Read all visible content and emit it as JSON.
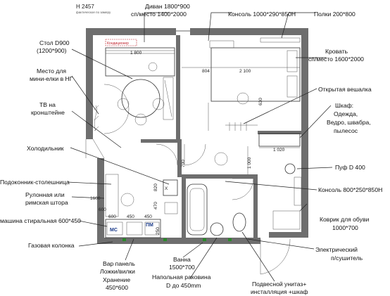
{
  "header": {
    "code": "Н 2457",
    "subtitle": "фактическое по замеру"
  },
  "tags": {
    "ac": "Кондиционер",
    "mc": "МС",
    "pm": "ПМ"
  },
  "dims": {
    "d1800": "1 800",
    "d804": "804",
    "d2100": "2 100",
    "d630": "630",
    "d1020": "1 020",
    "d1000": "1 000",
    "d700": "700",
    "d820": "820",
    "d1600": "1600",
    "d600": "600",
    "d450a": "450",
    "d450b": "450",
    "d470": "470",
    "d250": "250",
    "x": "X"
  },
  "labels": {
    "sofa_l1": "Диван 1800*900",
    "sofa_l2": "сп/место 1400*2000",
    "console_top": "Консоль 1000*290*850Н",
    "shelves": "Полки 200*800",
    "table_l1": "Стол D900",
    "table_l2": "(1200*900)",
    "tree_l1": "Место для",
    "tree_l2": "мини-елки в НГ",
    "bed_l1": "Кровать",
    "bed_l2": "сп/место 1600*2000",
    "tv_l1": "ТВ на",
    "tv_l2": "кронштейне",
    "hanger": "Открытая вешалка",
    "wardrobe_l1": "Шкаф:",
    "wardrobe_l2": "Одежда,",
    "wardrobe_l3": "Ведро, швабра,",
    "wardrobe_l4": "пылесос",
    "fridge": "Холодильник",
    "pouf": "Пуф D 400",
    "sill": "Подоконник-столешница",
    "blind_l1": "Рулонная или",
    "blind_l2": "римская штора",
    "console_bottom": "Консоль 800*250*850Н",
    "washer": "машина стиральная 600*450",
    "shoes_l1": "Коврик для обуви",
    "shoes_l2": "1000*700",
    "boiler": "Газовая колонка",
    "dryer_l1": "Электрический",
    "dryer_l2": "п/сушитель",
    "panel_l1": "Вар панель",
    "panel_l2": "Ложки/вилки",
    "panel_l3": "Хранение",
    "panel_l4": "450*600",
    "bath_l1": "Ванна",
    "bath_l2": "1500*700",
    "sink_l1": "Напольная раковина",
    "sink_l2": "D до 450mm",
    "wc_l1": "Подвесной унитаз+",
    "wc_l2": "инсталляция +шкаф"
  }
}
